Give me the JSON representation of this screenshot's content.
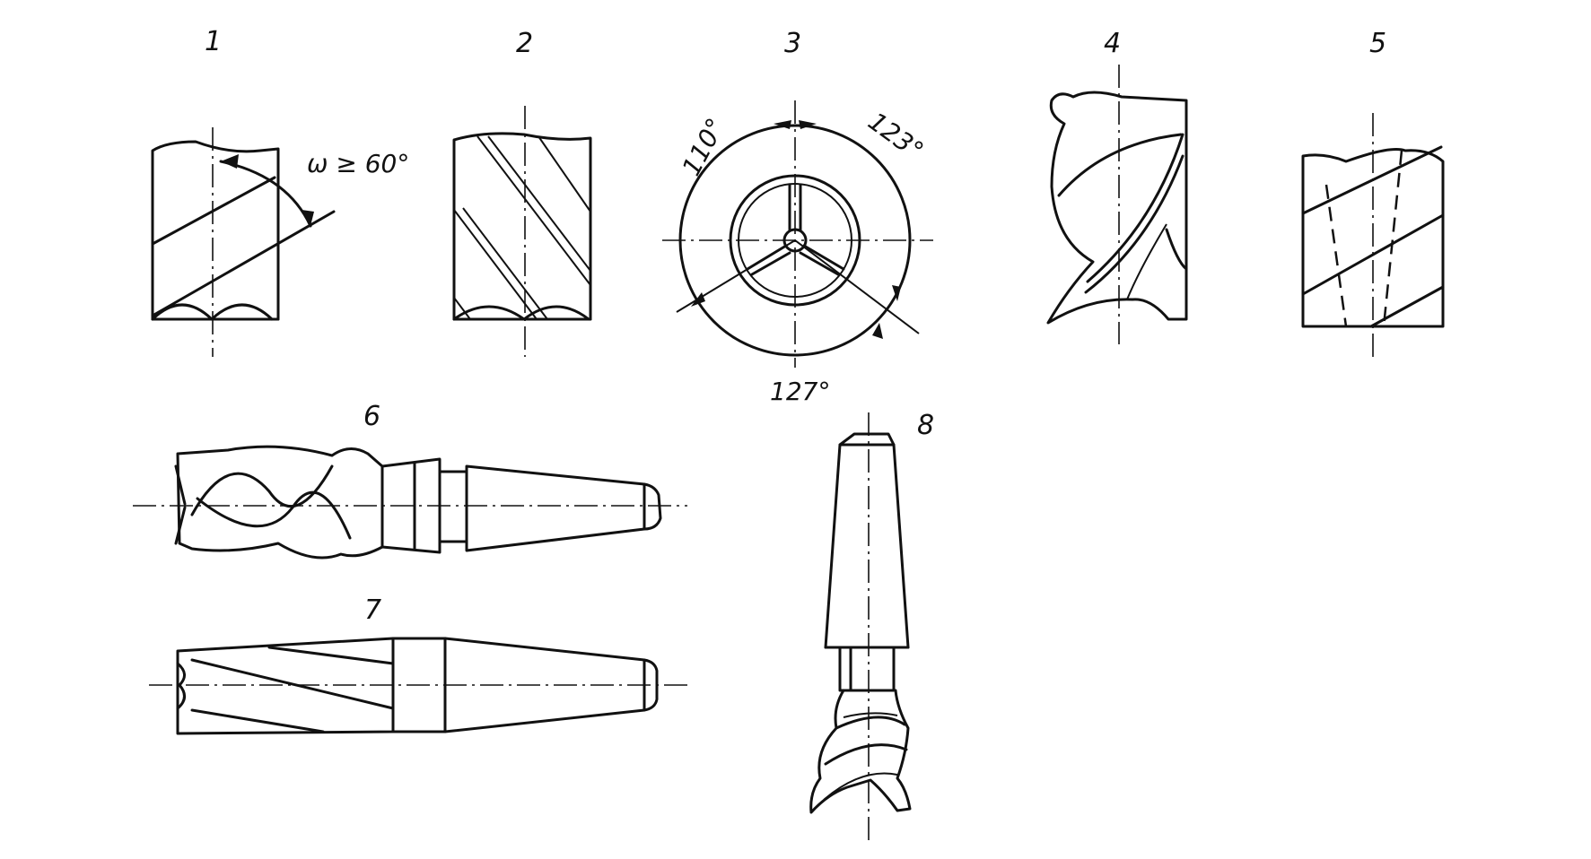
{
  "figure_labels": [
    "1",
    "2",
    "3",
    "4",
    "5",
    "6",
    "7",
    "8"
  ],
  "annotations": {
    "helix_angle": "ω ≥ 60°",
    "angle_110": "110°",
    "angle_123": "123°",
    "angle_127": "127°"
  }
}
